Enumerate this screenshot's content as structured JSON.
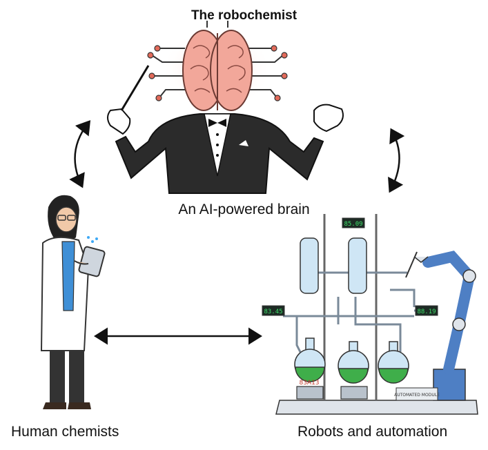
{
  "title": "The robochemist",
  "nodes": {
    "brain": "An AI-powered brain",
    "human": "Human chemists",
    "robot": "Robots and automation"
  },
  "equipment_labels": {
    "display_top": "85.09",
    "display_left": "83.45",
    "display_right": "88.19",
    "flask_tag": "83A13",
    "module": "AUTOMATED MODULE"
  },
  "colors": {
    "brain_pink": "#f2a79a",
    "brain_glow": "#fbd5cc",
    "suit": "#2b2b2b",
    "coat_blue": "#3f8fd6",
    "robot_arm": "#4e7fc4",
    "liquid_green": "#3fae4a",
    "glass": "#cfe6f5"
  },
  "icons": [
    "double-arrow-icon",
    "brain-icon",
    "baton-icon",
    "tablet-icon",
    "robot-arm-icon",
    "flask-icon"
  ]
}
